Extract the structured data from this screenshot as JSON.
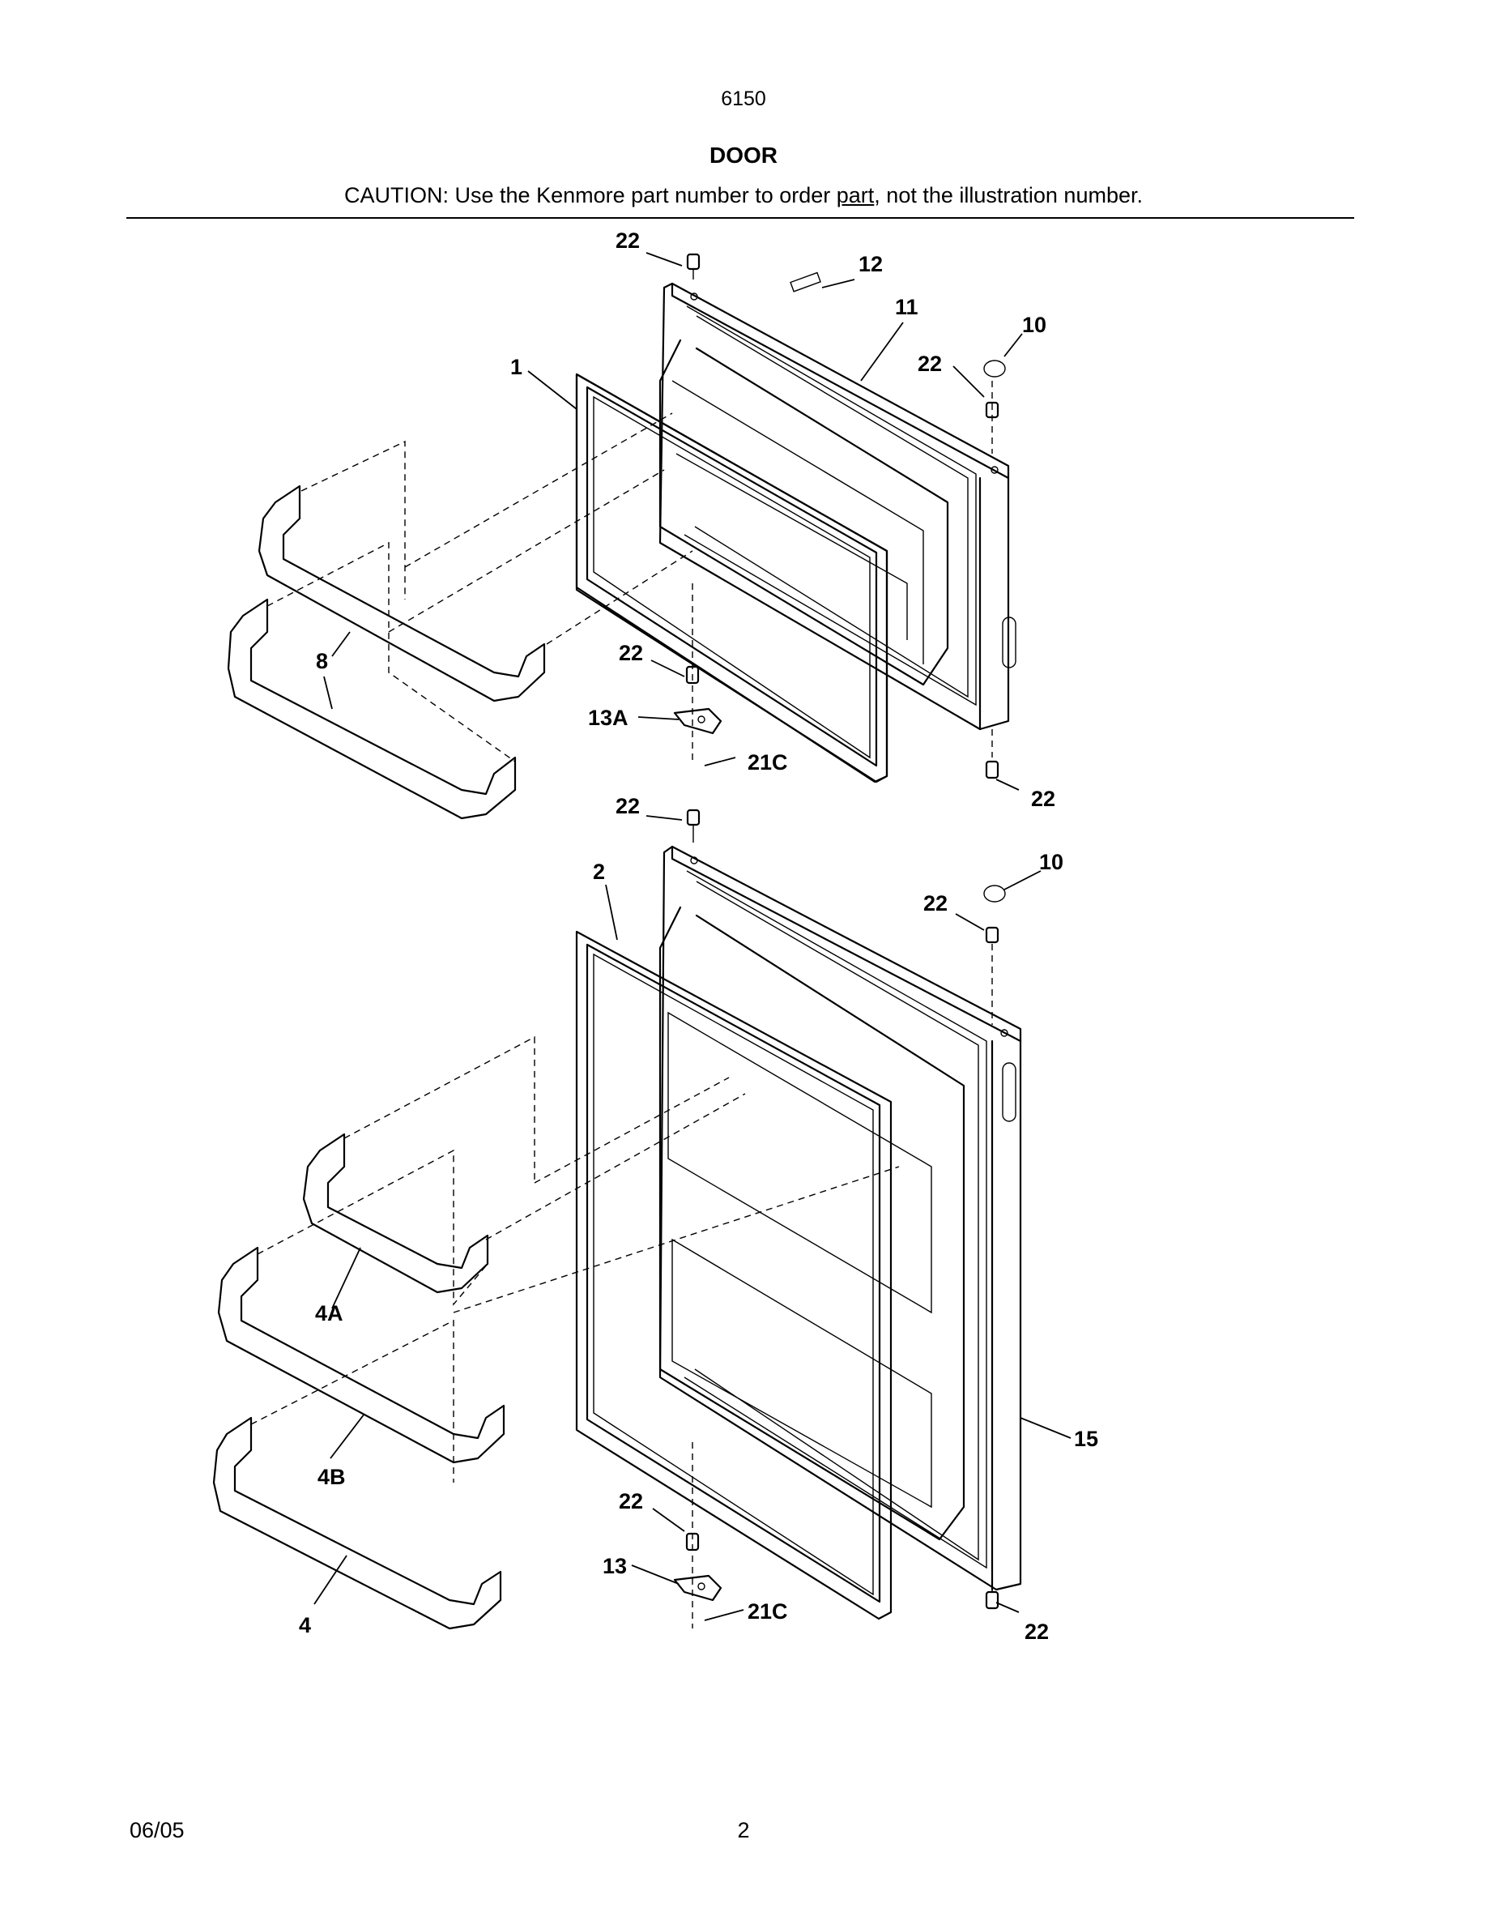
{
  "header": {
    "model": "6150",
    "title": "DOOR",
    "caution_prefix": "CAUTION: Use the Kenmore part number to order ",
    "caution_underlined": "part",
    "caution_suffix": ", not the illustration number."
  },
  "callouts": {
    "upper": {
      "screw_top_left": "22",
      "label_12": "12",
      "label_11": "11",
      "label_10": "10",
      "screw_top_right": "22",
      "label_1": "1",
      "label_8": "8",
      "screw_mid": "22",
      "label_13a": "13A",
      "label_21c": "21C",
      "screw_bottom_right": "22"
    },
    "lower": {
      "screw_top_left": "22",
      "label_2": "2",
      "label_10": "10",
      "screw_top_right": "22",
      "label_4a": "4A",
      "label_4b": "4B",
      "label_15": "15",
      "screw_mid": "22",
      "label_13": "13",
      "label_4": "4",
      "label_21c": "21C",
      "screw_bottom_right": "22"
    }
  },
  "footer": {
    "date": "06/05",
    "page": "2"
  }
}
